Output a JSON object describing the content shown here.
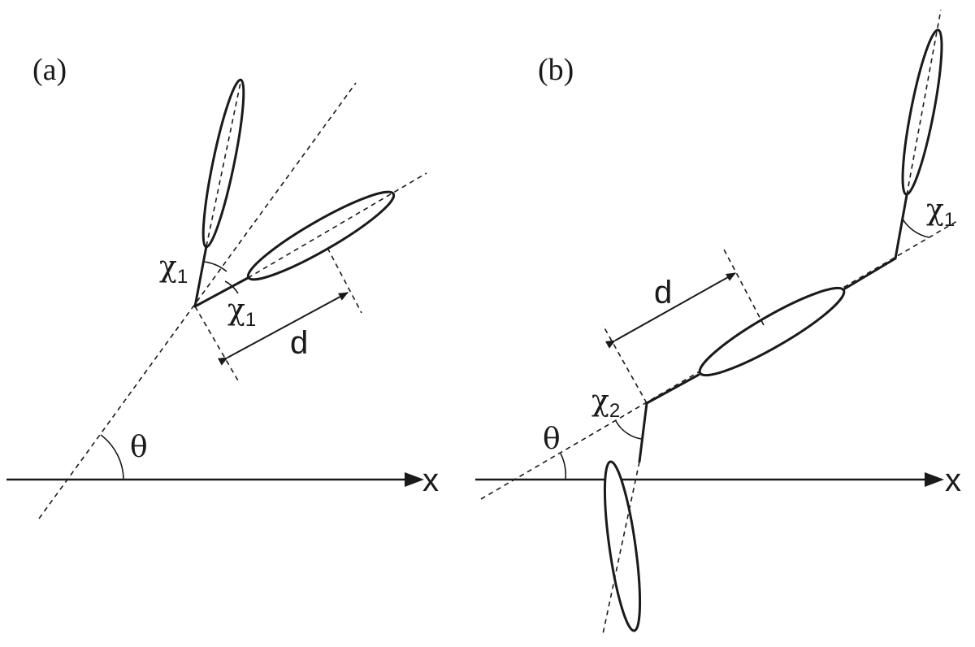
{
  "panels": {
    "a": {
      "label": "(a)",
      "axis_label": "x",
      "theta": "θ",
      "chi_symbol": "χ",
      "chi_upper_sub": "1",
      "chi_lower_sub": "1",
      "distance": "d"
    },
    "b": {
      "label": "(b)",
      "axis_label": "x",
      "theta": "θ",
      "chi_symbol": "χ",
      "chi_top_sub": "1",
      "chi_bottom_sub": "2",
      "distance": "d"
    }
  },
  "colors": {
    "line": "#1a1a1a",
    "background": "#ffffff"
  }
}
